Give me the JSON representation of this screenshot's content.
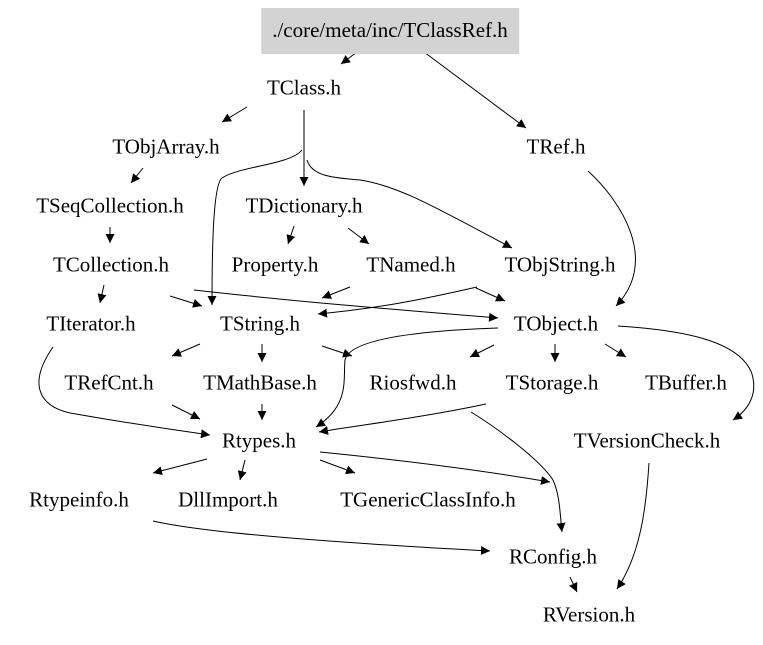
{
  "diagram": {
    "type": "include-dependency-graph",
    "root": "./core/meta/inc/TClassRef.h",
    "colors": {
      "root_fill": "#d3d3d3",
      "edge": "#000000",
      "text": "#000000",
      "background": "#ffffff"
    },
    "nodes": [
      {
        "id": "TClassRef",
        "label": "./core/meta/inc/TClassRef.h",
        "root": true
      },
      {
        "id": "TClass",
        "label": "TClass.h"
      },
      {
        "id": "TRef",
        "label": "TRef.h"
      },
      {
        "id": "TObjArray",
        "label": "TObjArray.h"
      },
      {
        "id": "TSeqCollection",
        "label": "TSeqCollection.h"
      },
      {
        "id": "TDictionary",
        "label": "TDictionary.h"
      },
      {
        "id": "TCollection",
        "label": "TCollection.h"
      },
      {
        "id": "Property",
        "label": "Property.h"
      },
      {
        "id": "TNamed",
        "label": "TNamed.h"
      },
      {
        "id": "TObjString",
        "label": "TObjString.h"
      },
      {
        "id": "TIterator",
        "label": "TIterator.h"
      },
      {
        "id": "TString",
        "label": "TString.h"
      },
      {
        "id": "TObject",
        "label": "TObject.h"
      },
      {
        "id": "TRefCnt",
        "label": "TRefCnt.h"
      },
      {
        "id": "TMathBase",
        "label": "TMathBase.h"
      },
      {
        "id": "Riosfwd",
        "label": "Riosfwd.h"
      },
      {
        "id": "TStorage",
        "label": "TStorage.h"
      },
      {
        "id": "TBuffer",
        "label": "TBuffer.h"
      },
      {
        "id": "Rtypes",
        "label": "Rtypes.h"
      },
      {
        "id": "TVersionCheck",
        "label": "TVersionCheck.h"
      },
      {
        "id": "Rtypeinfo",
        "label": "Rtypeinfo.h"
      },
      {
        "id": "DllImport",
        "label": "DllImport.h"
      },
      {
        "id": "TGenericClassInfo",
        "label": "TGenericClassInfo.h"
      },
      {
        "id": "RConfig",
        "label": "RConfig.h"
      },
      {
        "id": "RVersion",
        "label": "RVersion.h"
      }
    ],
    "edges": [
      {
        "from": "TClassRef",
        "to": "TClass"
      },
      {
        "from": "TClassRef",
        "to": "TRef"
      },
      {
        "from": "TClass",
        "to": "TObjArray"
      },
      {
        "from": "TClass",
        "to": "TDictionary"
      },
      {
        "from": "TClass",
        "to": "TString"
      },
      {
        "from": "TClass",
        "to": "TObjString"
      },
      {
        "from": "TObjArray",
        "to": "TSeqCollection"
      },
      {
        "from": "TSeqCollection",
        "to": "TCollection"
      },
      {
        "from": "TCollection",
        "to": "TIterator"
      },
      {
        "from": "TCollection",
        "to": "TString"
      },
      {
        "from": "TCollection",
        "to": "TObject"
      },
      {
        "from": "TDictionary",
        "to": "Property"
      },
      {
        "from": "TDictionary",
        "to": "TNamed"
      },
      {
        "from": "TNamed",
        "to": "TString"
      },
      {
        "from": "TNamed",
        "to": "TObject"
      },
      {
        "from": "TObjString",
        "to": "TString"
      },
      {
        "from": "TObjString",
        "to": "TObject"
      },
      {
        "from": "TRef",
        "to": "TObject"
      },
      {
        "from": "TIterator",
        "to": "Rtypes"
      },
      {
        "from": "TString",
        "to": "TRefCnt"
      },
      {
        "from": "TString",
        "to": "TMathBase"
      },
      {
        "from": "TString",
        "to": "Riosfwd"
      },
      {
        "from": "TObject",
        "to": "Rtypes"
      },
      {
        "from": "TObject",
        "to": "Riosfwd"
      },
      {
        "from": "TObject",
        "to": "TStorage"
      },
      {
        "from": "TObject",
        "to": "TBuffer"
      },
      {
        "from": "TObject",
        "to": "TVersionCheck"
      },
      {
        "from": "TRefCnt",
        "to": "Rtypes"
      },
      {
        "from": "TMathBase",
        "to": "Rtypes"
      },
      {
        "from": "TStorage",
        "to": "Rtypes"
      },
      {
        "from": "TStorage",
        "to": "RConfig"
      },
      {
        "from": "Rtypes",
        "to": "Rtypeinfo"
      },
      {
        "from": "Rtypes",
        "to": "DllImport"
      },
      {
        "from": "Rtypes",
        "to": "TGenericClassInfo"
      },
      {
        "from": "Rtypes",
        "to": "RConfig"
      },
      {
        "from": "Rtypeinfo",
        "to": "RConfig"
      },
      {
        "from": "TVersionCheck",
        "to": "RVersion"
      },
      {
        "from": "RConfig",
        "to": "RVersion"
      }
    ]
  }
}
